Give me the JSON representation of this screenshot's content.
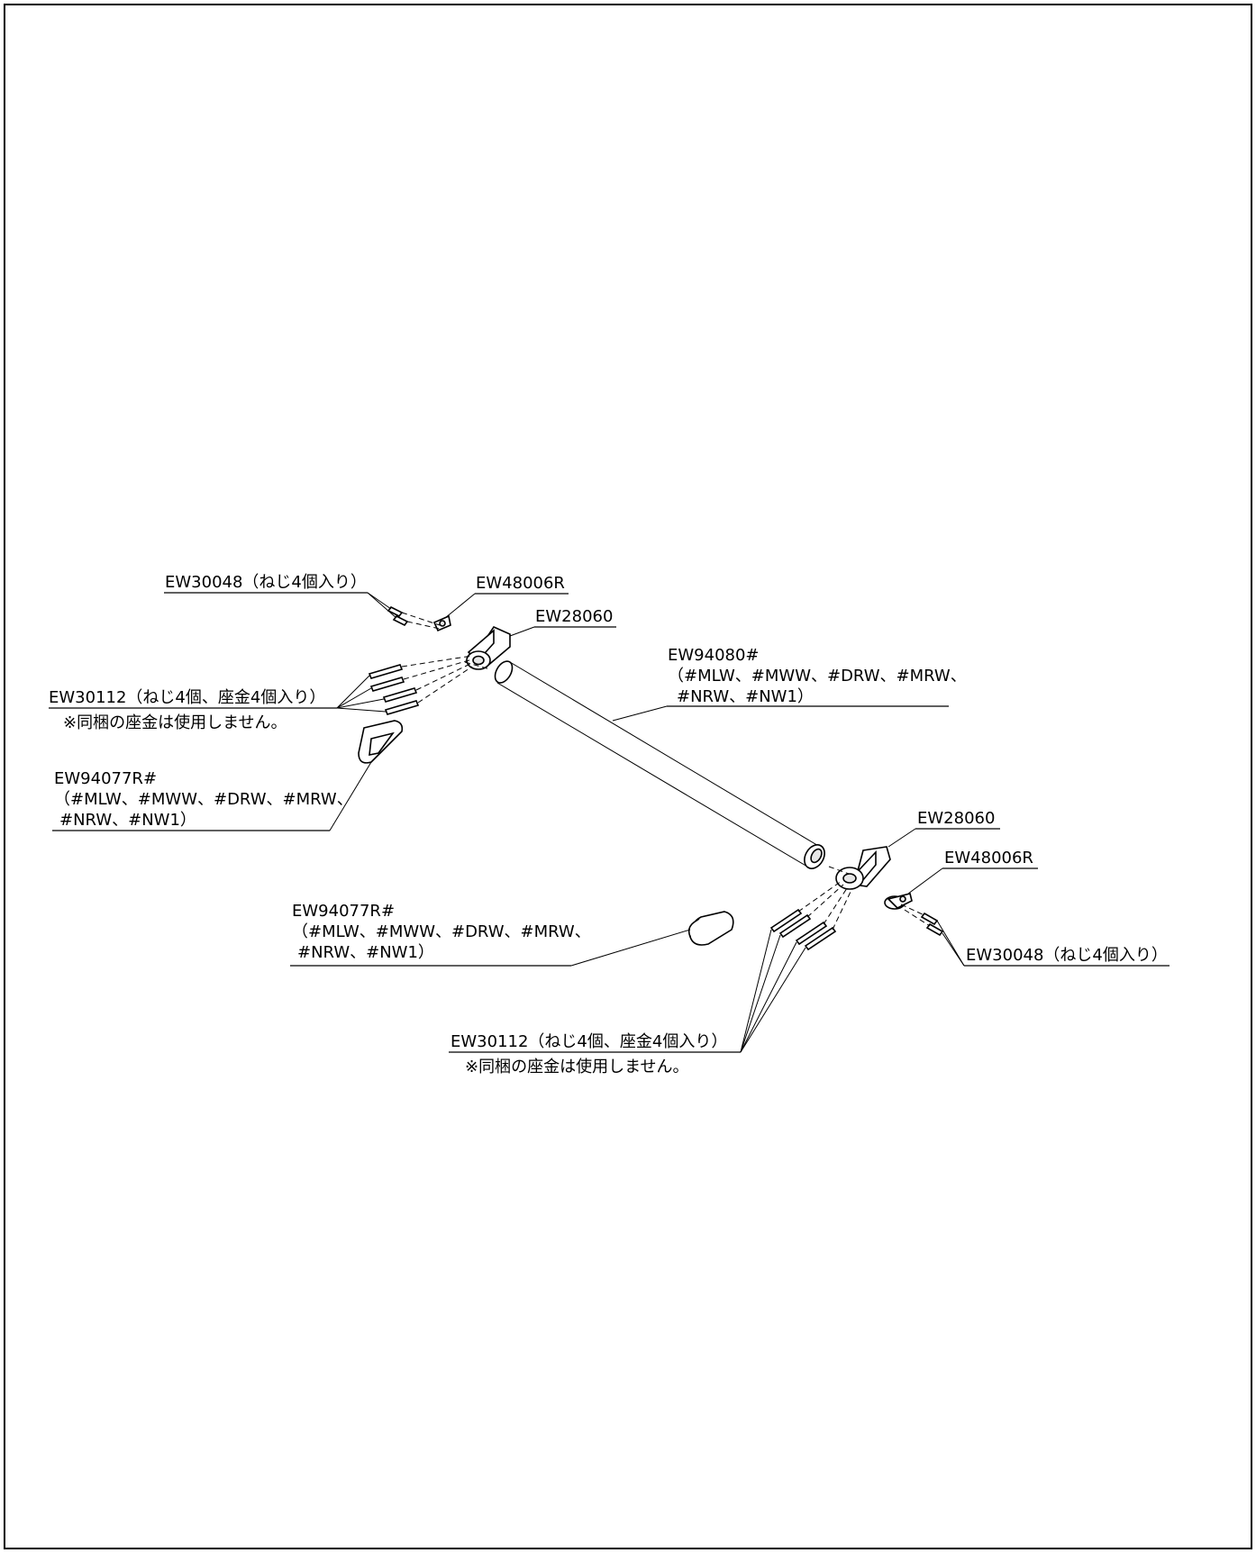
{
  "callouts": {
    "screw_pack_left": "EW30048（ねじ4個入り）",
    "bracket_pin_left": "EW48006R",
    "bracket_left": "EW28060",
    "bar_code": "EW94080#",
    "bar_colors_1": "（#MLW、#MWW、#DRW、#MRW、",
    "bar_colors_2": "#NRW、#NW1）",
    "screw_washer_left": "EW30112（ねじ4個、座金4個入り）",
    "washer_note_left": "※同梱の座金は使用しません。",
    "cover_left_code": "EW94077R#",
    "cover_left_colors_1": "（#MLW、#MWW、#DRW、#MRW、",
    "cover_left_colors_2": "#NRW、#NW1）",
    "bracket_right": "EW28060",
    "bracket_pin_right": "EW48006R",
    "cover_right_code": "EW94077R#",
    "cover_right_colors_1": "（#MLW、#MWW、#DRW、#MRW、",
    "cover_right_colors_2": "#NRW、#NW1）",
    "screw_pack_right": "EW30048（ねじ4個入り）",
    "screw_washer_right": "EW30112（ねじ4個、座金4個入り）",
    "washer_note_right": "※同梱の座金は使用しません。"
  }
}
